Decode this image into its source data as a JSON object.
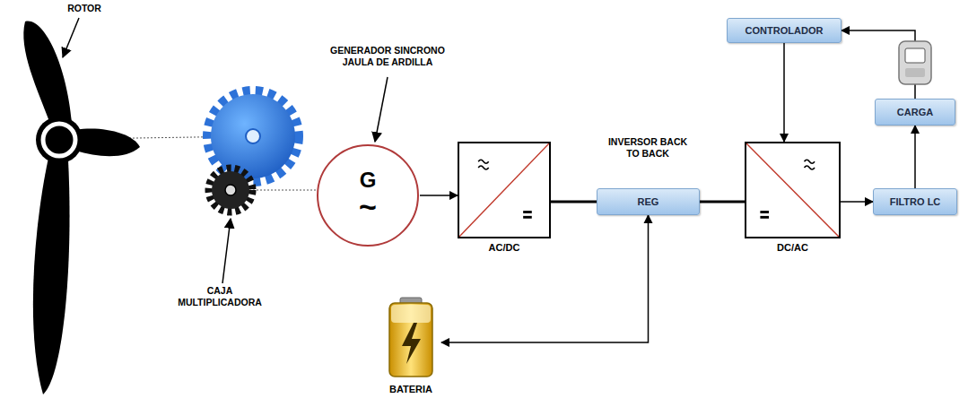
{
  "diagram": {
    "nodes": [
      {
        "text": [
          "CONTROLADOR"
        ]
      },
      {
        "text": [
          "CARGA"
        ]
      },
      {
        "text": [
          "G",
          "~"
        ]
      },
      {
        "text": [
          "AC/DC"
        ]
      },
      {
        "text": [
          "REG"
        ]
      },
      {
        "text": [
          "DC/AC"
        ]
      },
      {
        "text": [
          "FILTRO LC"
        ]
      },
      {
        "text": [
          "BATERIA"
        ]
      }
    ],
    "edges": [
      {
        "from": 2,
        "to": 3,
        "arrow": "to"
      },
      {
        "from": 3,
        "to": 4,
        "arrow": "none"
      },
      {
        "from": 4,
        "to": 5,
        "arrow": "none"
      },
      {
        "from": 0,
        "to": 5,
        "arrow": "to"
      },
      {
        "from": 5,
        "to": 6,
        "arrow": "to"
      },
      {
        "from": 6,
        "to": 1,
        "arrow": "to"
      },
      {
        "from": 1,
        "to": 0,
        "arrow": "to"
      },
      {
        "from": 4,
        "to": 7,
        "arrow": "both"
      }
    ],
    "labels": [
      "ROTOR",
      "CAJA MULTIPLICADORA",
      "GENERADOR SINCRONO JAULA DE ARDILLA",
      "INVERSOR BACK TO BACK"
    ]
  }
}
